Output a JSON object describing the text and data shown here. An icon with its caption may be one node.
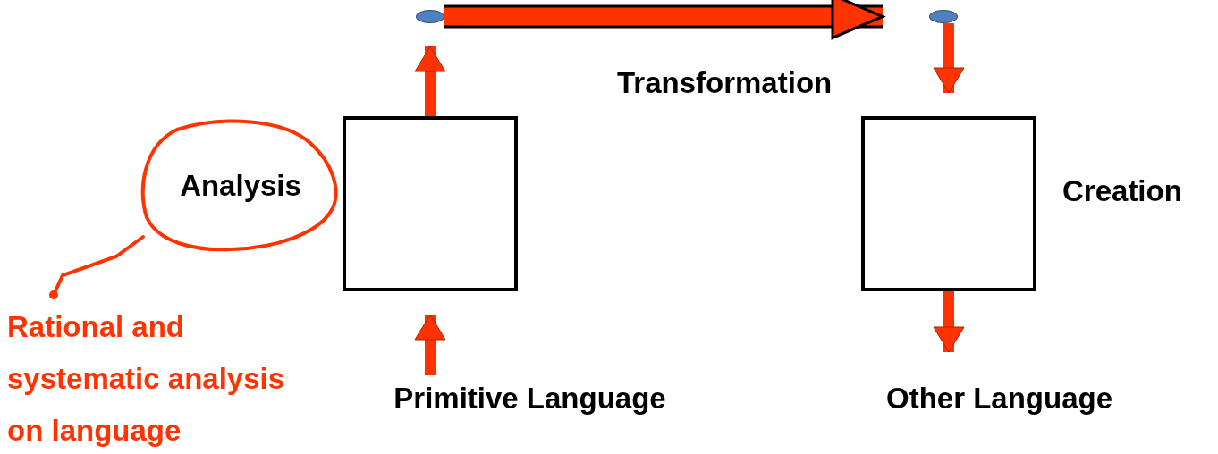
{
  "diagram": {
    "nodes": [
      {
        "text": [
          "Primitive Language"
        ]
      },
      {
        "text": [],
        "shape": "box"
      },
      {
        "text": [],
        "shape": "ellipse"
      },
      {
        "text": [],
        "shape": "ellipse"
      },
      {
        "text": [],
        "shape": "box"
      },
      {
        "text": [
          "Other Language"
        ]
      },
      {
        "text": [
          "Analysis"
        ]
      },
      {
        "text": [
          "Rational and systematic analysis on language"
        ]
      }
    ],
    "edges": [
      {
        "from": 0,
        "to": 1,
        "arrow": "to"
      },
      {
        "from": 1,
        "to": 2,
        "arrow": "to"
      },
      {
        "from": 2,
        "to": 3,
        "arrow": "to",
        "label": "Transformation"
      },
      {
        "from": 3,
        "to": 4,
        "arrow": "to"
      },
      {
        "from": 4,
        "to": 5,
        "arrow": "to"
      },
      {
        "from": 6,
        "to": 7,
        "arrow": "other"
      }
    ],
    "labels": [
      "Creation"
    ]
  }
}
